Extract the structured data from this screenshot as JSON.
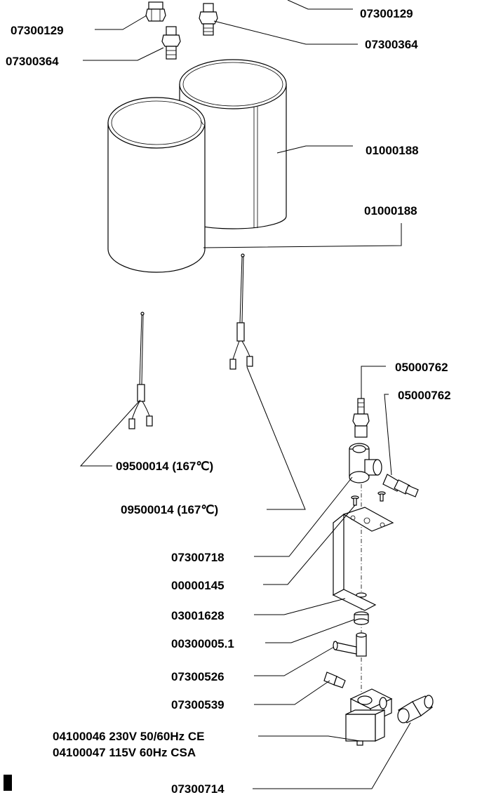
{
  "labels": {
    "top_right_129": "07300129",
    "left_129": "07300129",
    "right_364": "07300364",
    "left_364": "07300364",
    "cyl_back": "01000188",
    "cyl_front": "01000188",
    "fitting_762_a": "05000762",
    "fitting_762_b": "05000762",
    "sensor_a": "09500014 (167℃)",
    "sensor_b": "09500014 (167℃)",
    "p_07300718": "07300718",
    "p_00000145": "00000145",
    "p_03001628": "03001628",
    "p_00300005": "00300005.1",
    "p_07300526": "07300526",
    "p_07300539": "07300539",
    "valve_230": "04100046 230V 50/60Hz CE",
    "valve_115": "04100047 115V 60Hz CSA",
    "p_07300714": "07300714"
  }
}
